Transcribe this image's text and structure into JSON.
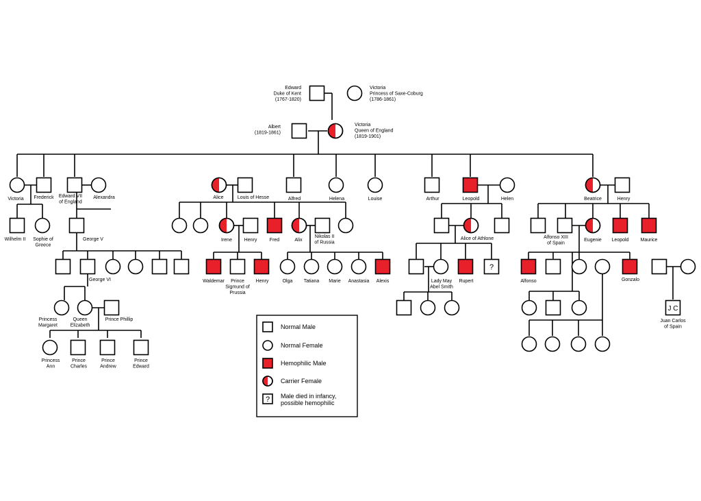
{
  "colors": {
    "hemophilic": "#e8202a",
    "normal": "#ffffff",
    "outline": "#000000"
  },
  "people": {
    "edward": [
      "Edward",
      "Duke of Kent",
      "(1767-1820)"
    ],
    "victoria_saxe": [
      "Victoria",
      "Princess of Saxe-Coburg",
      "(1786-1861)"
    ],
    "albert": [
      "Albert",
      "(1819-1861)"
    ],
    "queen_victoria": [
      "Victoria",
      "Queen of England",
      "(1819-1901)"
    ],
    "victoria_d": "Victoria",
    "frederick": "Frederick",
    "edward_vii": [
      "Edward VII",
      "of England"
    ],
    "alexandra": "Alexandra",
    "alice": "Alice",
    "louis": "Louis of Hesse",
    "alfred": "Alfred",
    "helena": "Helena",
    "louise": "Louise",
    "arthur": "Arthur",
    "leopold": "Leopold",
    "helen": "Helen",
    "beatrice": "Beatrice",
    "henry_b": "Henry",
    "wilhelm": "Wilhelm II",
    "sophie": [
      "Sophie of",
      "Greece"
    ],
    "george_v": "George V",
    "irene": "Irene",
    "henry_i": "Henry",
    "fred": "Fred",
    "alix": "Alix",
    "nikolas": [
      "Nikolas II",
      "of Russia"
    ],
    "alice_athlone": "Alice of Athlone",
    "alfonso_xiii": [
      "Alfonso XIII",
      "of Spain"
    ],
    "eugenie": "Eugenie",
    "leopold2": "Leopold",
    "maurice": "Maurice",
    "george_vi": "George VI",
    "waldemar": "Waldemar",
    "prince_sigmund": [
      "Prince",
      "Sigmund of",
      "Prussia"
    ],
    "henry3": "Henry",
    "olga": "Olga",
    "tatiana": "Tatiana",
    "marie": "Marie",
    "anastasia": "Anastasia",
    "alexis": "Alexis",
    "lady_may": [
      "Lady May",
      "Abel Smith"
    ],
    "rupert": "Rupert",
    "alfonso": "Alfonso",
    "gonzalo": "Gonzalo",
    "juan_carlos": [
      "Juan Carlos",
      "of Spain"
    ],
    "princess_margaret": [
      "Princess",
      "Margaret"
    ],
    "queen_elizabeth": [
      "Queen",
      "Elizabeth"
    ],
    "prince_philip": "Prince Phillip",
    "princess_ann": [
      "Princess",
      "Ann"
    ],
    "prince_charles": [
      "Prince",
      "Charles"
    ],
    "prince_andrew": [
      "Prince",
      "Andrew"
    ],
    "prince_edward": [
      "Prince",
      "Edward"
    ]
  },
  "symbols": {
    "unknown": "?",
    "initials": "J C"
  },
  "legend": {
    "normal_male": "Normal Male",
    "normal_female": "Normal Female",
    "hemophilic_male": "Hemophilic Male",
    "carrier_female": "Carrier Female",
    "died_infancy": [
      "Male died in infancy,",
      "possible hemophilic"
    ]
  }
}
